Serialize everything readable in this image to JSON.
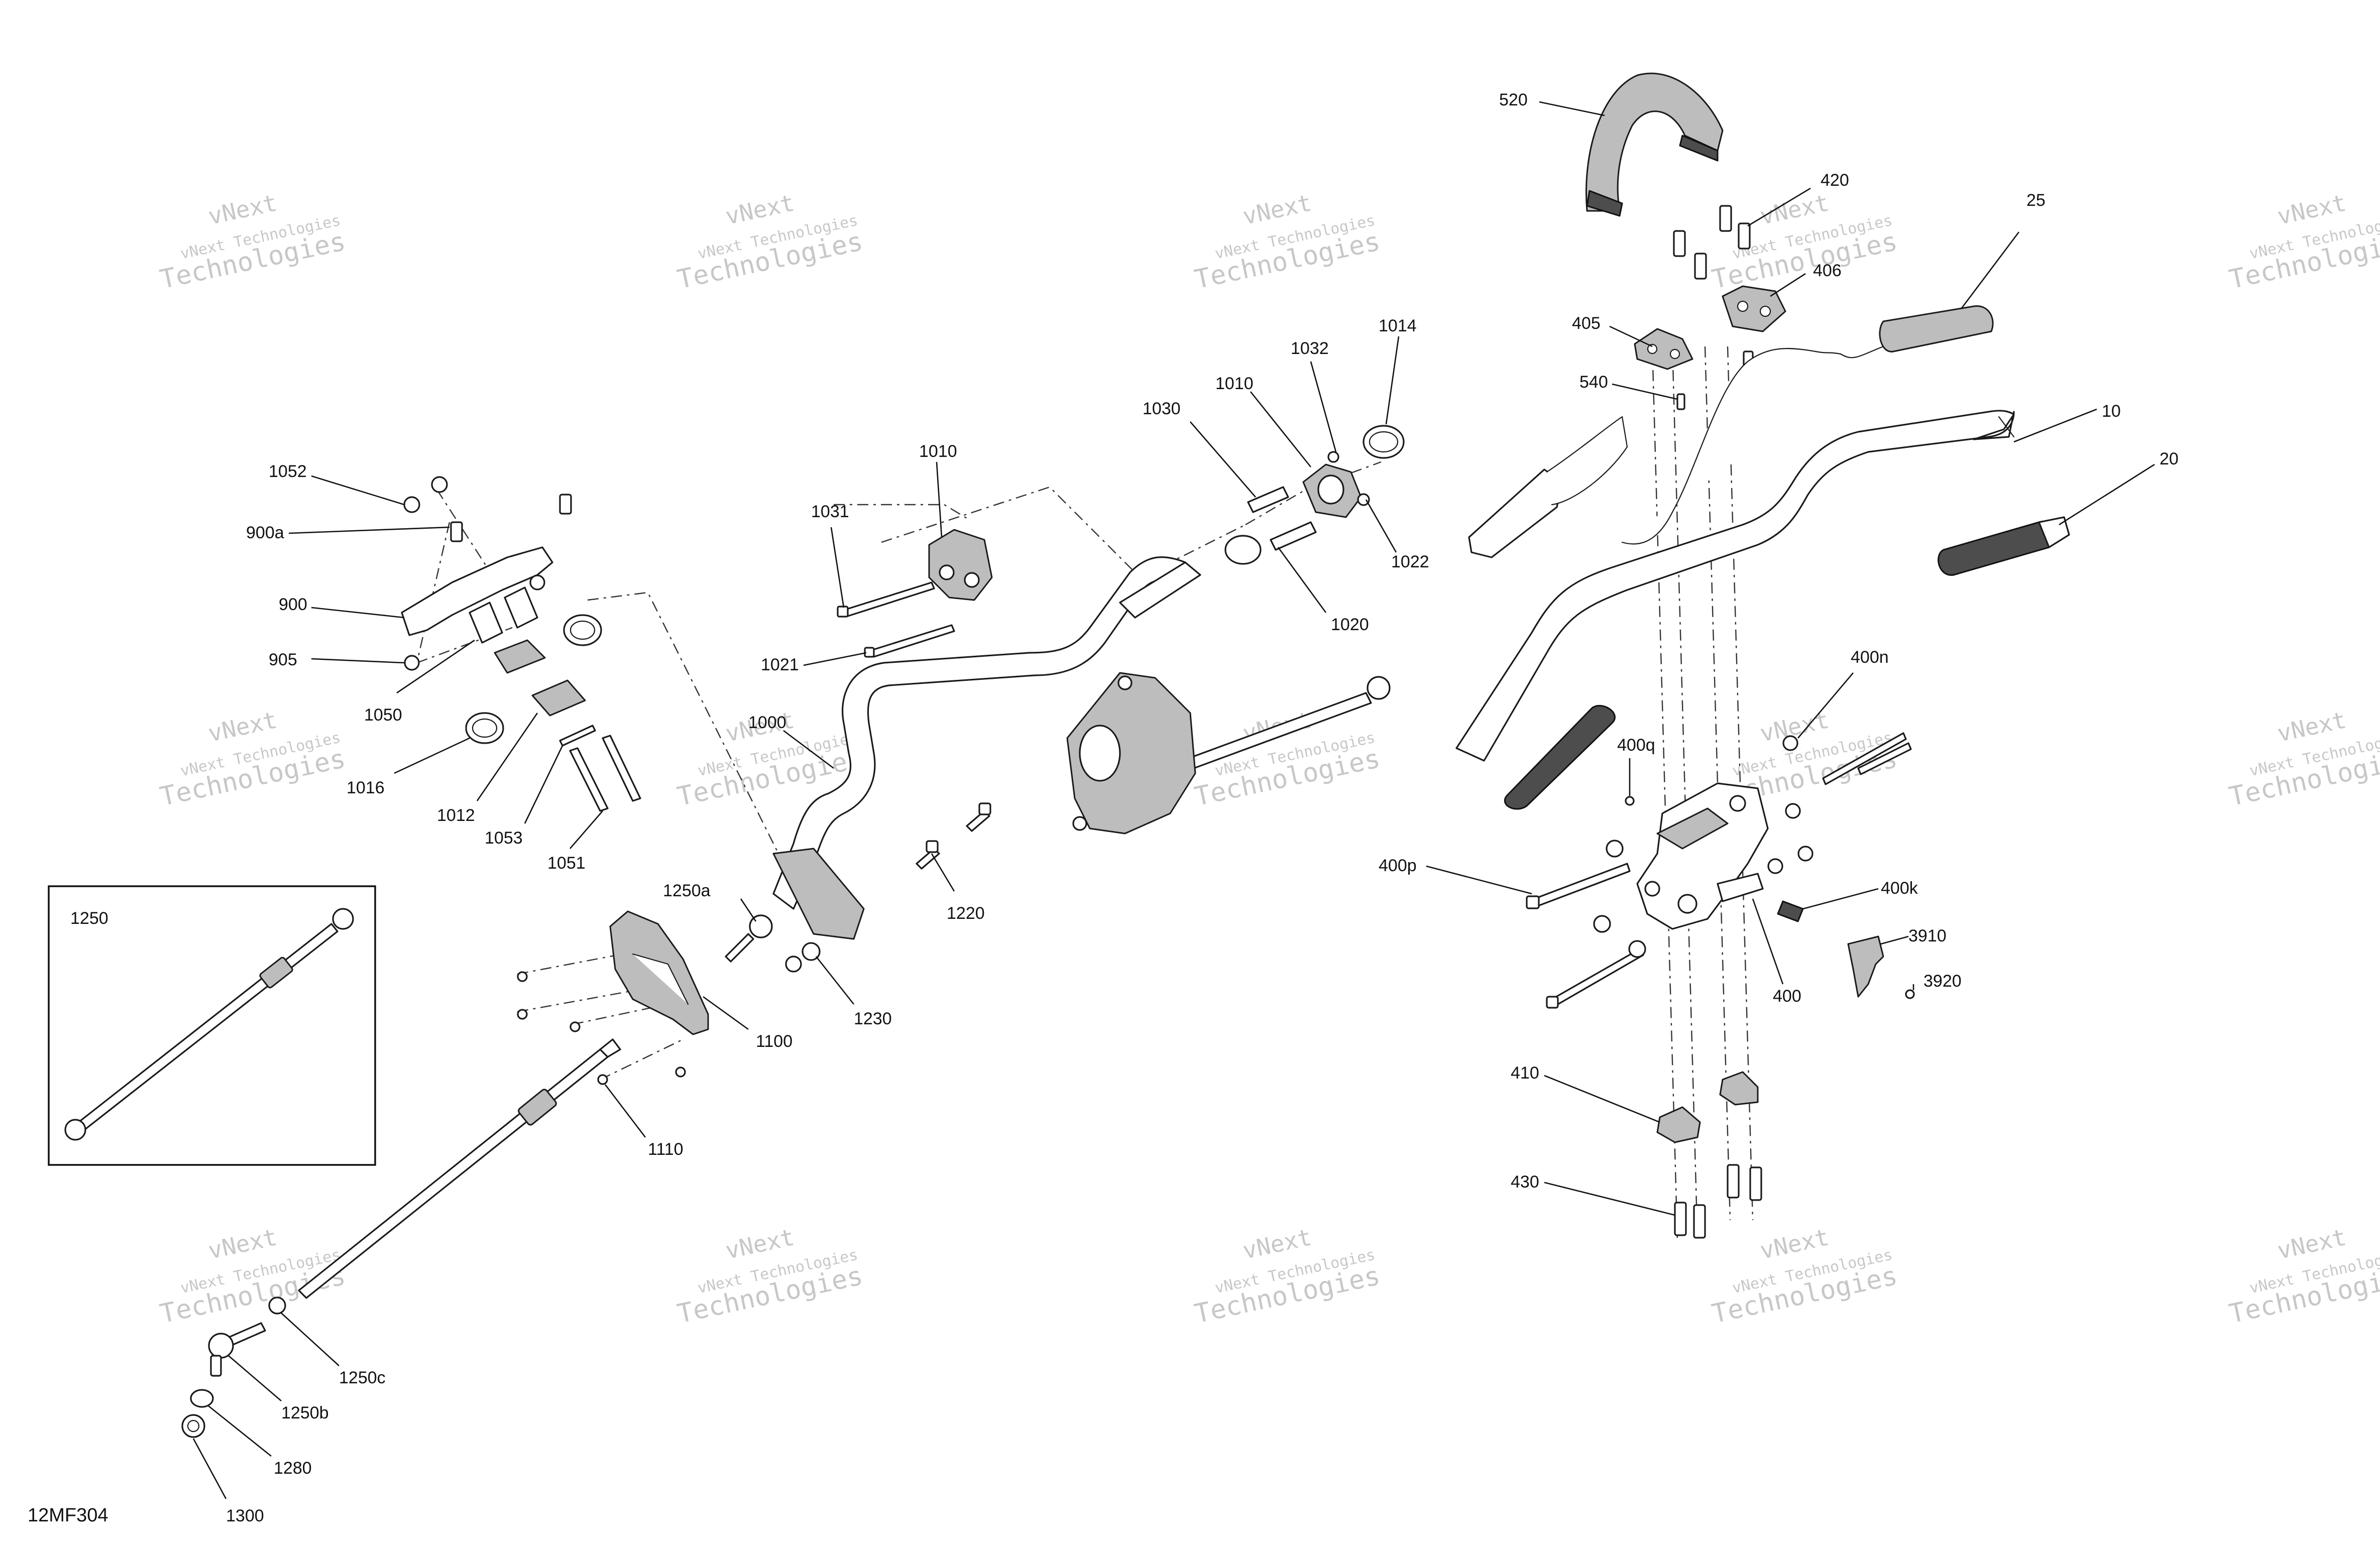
{
  "diagram": {
    "drawing_number": "12MF304",
    "watermark_text_1": "vNext Technologies",
    "watermark_text_2": "vNext",
    "watermark_text_3": "Technologies",
    "inset_label": "1250",
    "callouts": [
      {
        "id": "c520",
        "label": "520"
      },
      {
        "id": "c420",
        "label": "420"
      },
      {
        "id": "c25",
        "label": "25"
      },
      {
        "id": "c406",
        "label": "406"
      },
      {
        "id": "c405",
        "label": "405"
      },
      {
        "id": "c540",
        "label": "540"
      },
      {
        "id": "c10",
        "label": "10"
      },
      {
        "id": "c20",
        "label": "20"
      },
      {
        "id": "c1014",
        "label": "1014"
      },
      {
        "id": "c1032",
        "label": "1032"
      },
      {
        "id": "c1010b",
        "label": "1010"
      },
      {
        "id": "c1030",
        "label": "1030"
      },
      {
        "id": "c1010a",
        "label": "1010"
      },
      {
        "id": "c1031",
        "label": "1031"
      },
      {
        "id": "c1022",
        "label": "1022"
      },
      {
        "id": "c1020",
        "label": "1020"
      },
      {
        "id": "c1021",
        "label": "1021"
      },
      {
        "id": "c1052",
        "label": "1052"
      },
      {
        "id": "c900a",
        "label": "900a"
      },
      {
        "id": "c900",
        "label": "900"
      },
      {
        "id": "c905",
        "label": "905"
      },
      {
        "id": "c1050",
        "label": "1050"
      },
      {
        "id": "c1016",
        "label": "1016"
      },
      {
        "id": "c1012",
        "label": "1012"
      },
      {
        "id": "c1053",
        "label": "1053"
      },
      {
        "id": "c1051",
        "label": "1051"
      },
      {
        "id": "c1000",
        "label": "1000"
      },
      {
        "id": "c1220",
        "label": "1220"
      },
      {
        "id": "c1250a",
        "label": "1250a"
      },
      {
        "id": "c1230",
        "label": "1230"
      },
      {
        "id": "c1100",
        "label": "1100"
      },
      {
        "id": "c1110",
        "label": "1110"
      },
      {
        "id": "c1250c",
        "label": "1250c"
      },
      {
        "id": "c1250b",
        "label": "1250b"
      },
      {
        "id": "c1280",
        "label": "1280"
      },
      {
        "id": "c1300",
        "label": "1300"
      },
      {
        "id": "c400n",
        "label": "400n"
      },
      {
        "id": "c400q",
        "label": "400q"
      },
      {
        "id": "c400p",
        "label": "400p"
      },
      {
        "id": "c400k",
        "label": "400k"
      },
      {
        "id": "c3910",
        "label": "3910"
      },
      {
        "id": "c3920",
        "label": "3920"
      },
      {
        "id": "c400",
        "label": "400"
      },
      {
        "id": "c410",
        "label": "410"
      },
      {
        "id": "c430",
        "label": "430"
      }
    ]
  }
}
